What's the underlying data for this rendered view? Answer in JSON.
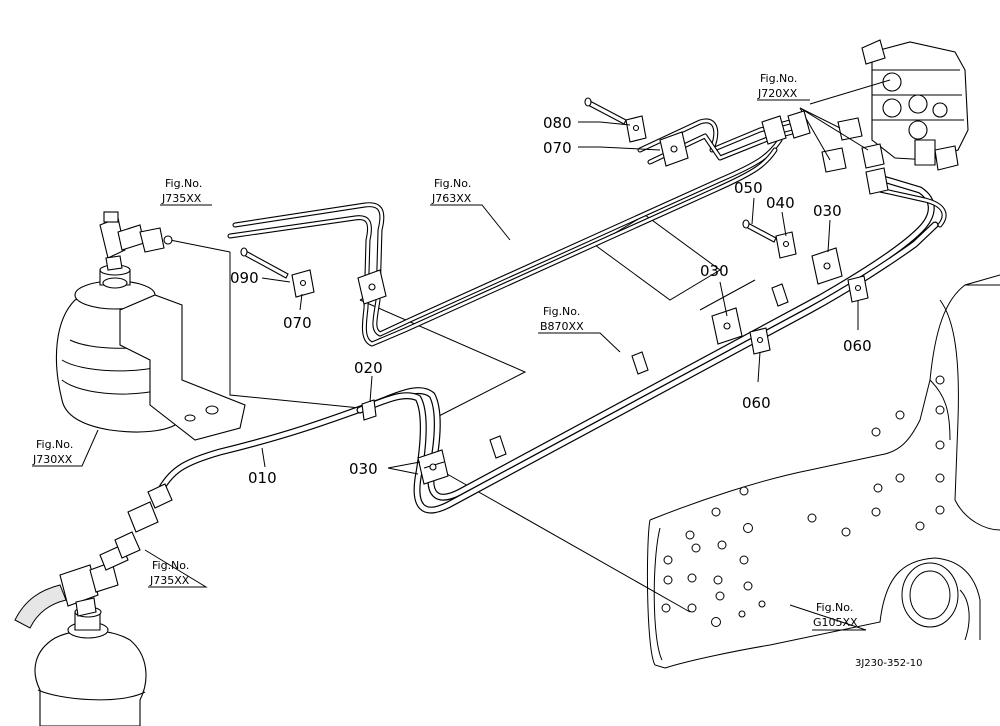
{
  "callouts": {
    "p010": "010",
    "p020": "020",
    "p030_a": "030",
    "p030_b": "030",
    "p030_c": "030",
    "p040": "040",
    "p050": "050",
    "p060_a": "060",
    "p060_b": "060",
    "p070_a": "070",
    "p070_b": "070",
    "p080": "080",
    "p090": "090"
  },
  "fig_refs": [
    {
      "label": "Fig.No.",
      "code": "J735XX"
    },
    {
      "label": "Fig.No.",
      "code": "J763XX"
    },
    {
      "label": "Fig.No.",
      "code": "J720XX"
    },
    {
      "label": "Fig.No.",
      "code": "B870XX"
    },
    {
      "label": "Fig.No.",
      "code": "J730XX"
    },
    {
      "label": "Fig.No.",
      "code": "J735XX"
    },
    {
      "label": "Fig.No.",
      "code": "G105XX"
    }
  ],
  "drawing_code": "3J230-352-10"
}
